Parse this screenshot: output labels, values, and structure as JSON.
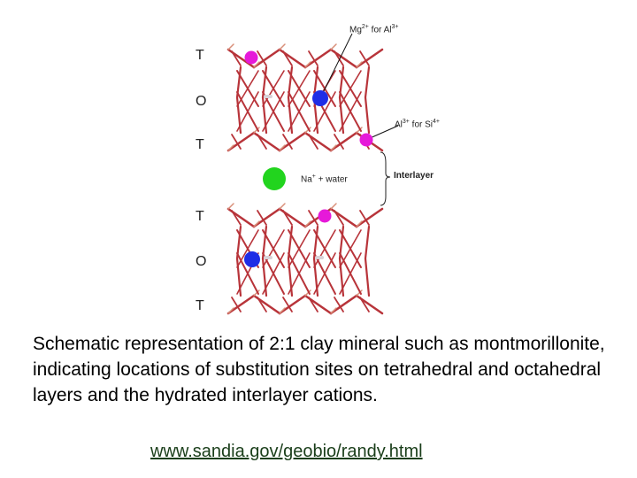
{
  "layer_labels": [
    "T",
    "O",
    "T",
    "T",
    "O",
    "T"
  ],
  "annotations": {
    "mg_sub": {
      "ion": "Mg",
      "charge": "2+",
      "mid": " for ",
      "ion2": "Al",
      "charge2": "3+"
    },
    "al_sub": {
      "ion": "Al",
      "charge": "3+",
      "mid": " for ",
      "ion2": "Si",
      "charge2": "4+"
    },
    "na_water": {
      "ion": "Na",
      "charge": "+",
      "rest": " + water"
    },
    "interlayer": "Interlayer"
  },
  "caption": "Schematic representation of 2:1 clay mineral such as montmorillonite, indicating locations of substitution sites on tetrahedral and octahedral layers and the hydrated interlayer cations.",
  "link": "www.sandia.gov/geobio/randy.html",
  "colors": {
    "bond": "#b8343a",
    "bond_light": "#d9907a",
    "magenta_site": "#e619d9",
    "blue_site": "#1e2de6",
    "green_cation": "#22d41e",
    "hydrogen": "#d8d2d8"
  }
}
